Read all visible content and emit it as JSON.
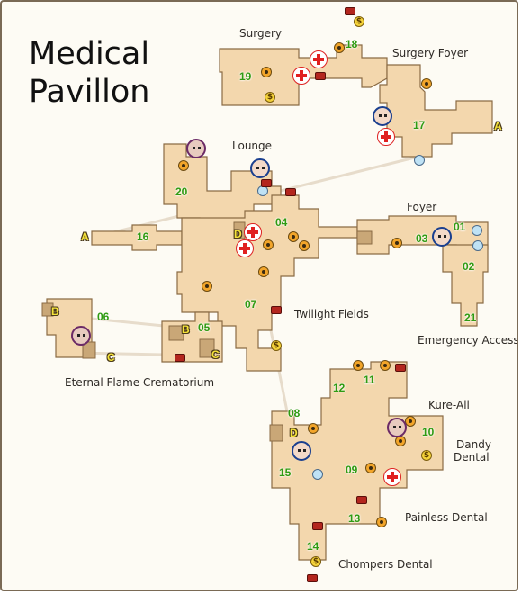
{
  "title": {
    "line1": "Medical",
    "line2": "Pavillon"
  },
  "areas": {
    "surgery": "Surgery",
    "surgery_foyer": "Surgery Foyer",
    "lounge": "Lounge",
    "foyer": "Foyer",
    "twilight_fields": "Twilight Fields",
    "emergency_access": "Emergency Access",
    "crematorium": "Eternal Flame Crematorium",
    "kure_all": "Kure-All",
    "dandy_dental_1": "Dandy",
    "dandy_dental_2": "Dental",
    "painless_dental": "Painless Dental",
    "chompers_dental": "Chompers Dental"
  },
  "waypoints": [
    "01",
    "02",
    "03",
    "04",
    "05",
    "06",
    "07",
    "08",
    "09",
    "10",
    "11",
    "12",
    "13",
    "14",
    "15",
    "16",
    "17",
    "18",
    "19",
    "20",
    "21"
  ],
  "connectors": [
    "A",
    "A",
    "B",
    "B",
    "C",
    "C",
    "D",
    "D"
  ],
  "icons": {
    "dollar_symbol": "$",
    "colors": {
      "room_fill": "#f3d7ad",
      "room_stroke": "#8a6b44",
      "wall_dark": "#b89466",
      "waypoint_green": "#2f9b12",
      "connector_yellow": "#f5e33a"
    }
  }
}
